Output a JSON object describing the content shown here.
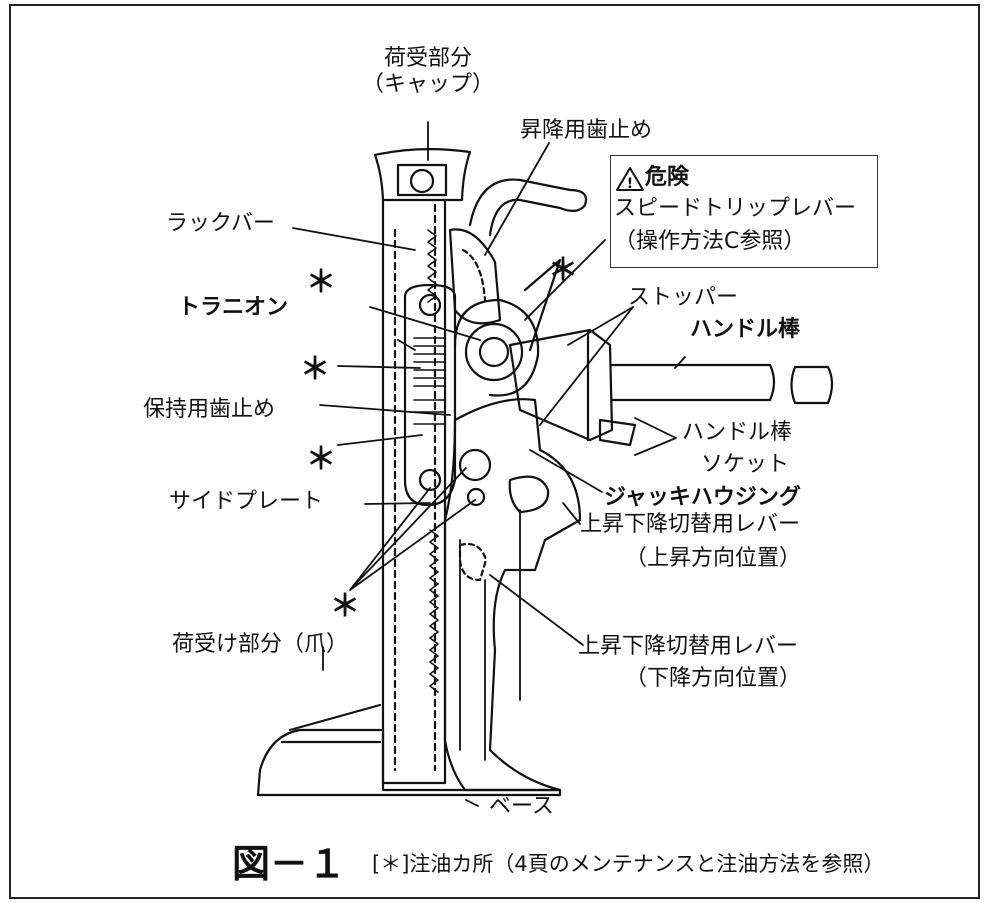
{
  "labels": {
    "cap_line1": "荷受部分",
    "cap_line2": "（キャップ）",
    "raise_pawl": "昇降用歯止め",
    "danger_title": "危険",
    "speed_trip_line1": "スピードトリップレバー",
    "speed_trip_line2": "（操作方法C参照）",
    "rack_bar": "ラックバー",
    "trunnion": "トラニオン",
    "stopper": "ストッパー",
    "handle_bar": "ハンドル棒",
    "holding_pawl": "保持用歯止め",
    "handle_socket_line1": "ハンドル棒",
    "handle_socket_line2": "ソケット",
    "jack_housing": "ジャッキハウジング",
    "side_plate": "サイドプレート",
    "lever_up_line1": "上昇下降切替用レバー",
    "lever_up_line2": "（上昇方向位置）",
    "lever_down_line1": "上昇下降切替用レバー",
    "lever_down_line2": "（下降方向位置）",
    "toe_claw": "荷受け部分（爪）",
    "base": "ベース"
  },
  "oil_mark": "＊",
  "figure": {
    "title": "図－１",
    "note": "[＊]注油カ所（4頁のメンテナンスと注油方法を参照）"
  }
}
